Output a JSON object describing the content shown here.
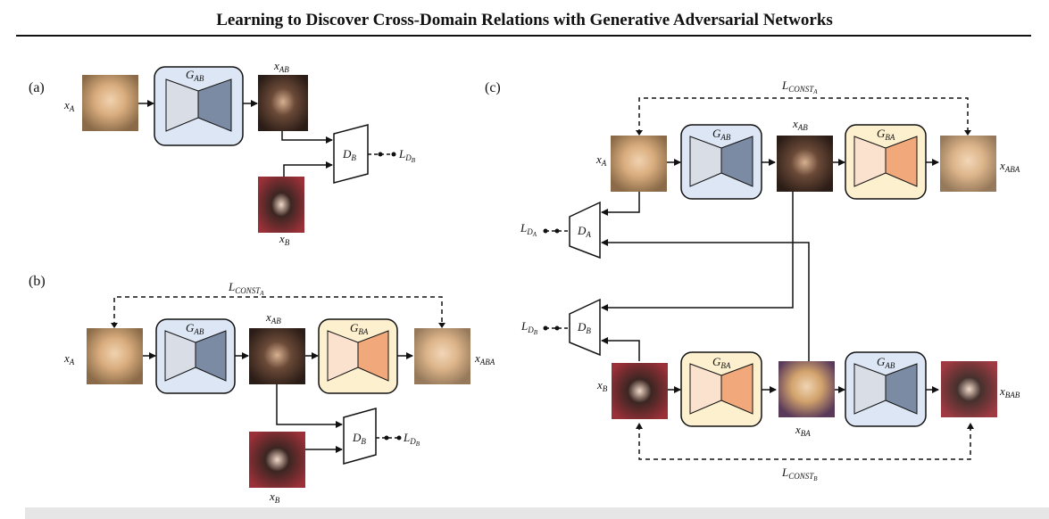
{
  "title": "Learning to Discover Cross-Domain Relations with Generative Adversarial Networks",
  "panels": {
    "a": "(a)",
    "b": "(b)",
    "c": "(c)"
  },
  "labels": {
    "xA": "x",
    "xA_sub": "A",
    "xB": "x",
    "xB_sub": "B",
    "xAB": "x",
    "xAB_sub": "AB",
    "xBA": "x",
    "xBA_sub": "BA",
    "xABA": "x",
    "xABA_sub": "ABA",
    "xBAB": "x",
    "xBAB_sub": "BAB",
    "GAB": "G",
    "GAB_sub": "AB",
    "GBA": "G",
    "GBA_sub": "BA",
    "DA": "D",
    "DA_sub": "A",
    "DB": "D",
    "DB_sub": "B",
    "L": "L",
    "LDB_sub": "D",
    "LDB_subsub": "B",
    "LDA_sub": "D",
    "LDA_subsub": "A",
    "LCONSTA_sub": "CONST",
    "LCONSTA_subsub": "A",
    "LCONSTB_sub": "CONST",
    "LCONSTB_subsub": "B"
  },
  "colors": {
    "gab_box": "#dde6f4",
    "gba_box": "#fdf0cf",
    "gab_left": "#d8dde6",
    "gab_right": "#7b8ba3",
    "gba_left": "#fbe2cf",
    "gba_right": "#f1a97b",
    "photo_a": "#c89a6c",
    "photo_b": "#8a2e34",
    "photo_ab": "#3a2a22",
    "photo_ba": "#9a5a58"
  }
}
